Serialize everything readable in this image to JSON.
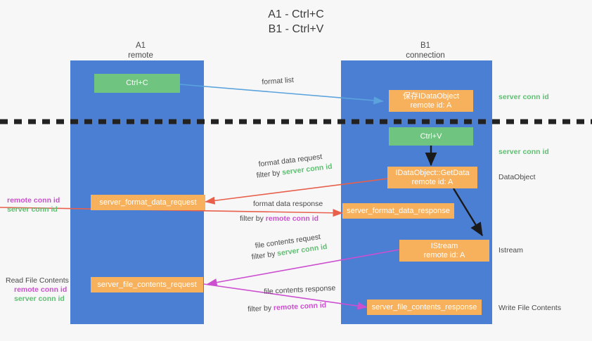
{
  "title": "A1 - Ctrl+C\nB1 - Ctrl+V",
  "colors": {
    "background": "#f7f7f7",
    "lane": "#4a7fd4",
    "green_box": "#6fc47f",
    "orange_box": "#f7b05b",
    "server_conn_id": "#5fbf72",
    "remote_conn_id": "#cc4fd0",
    "red_arrow": "#e8604c",
    "magenta_arrow": "#cc4fd0",
    "blue_arrow": "#5ba3dd",
    "black_arrow": "#000000",
    "divider": "#222222"
  },
  "lanes": [
    {
      "id": "a1",
      "title": "A1\nremote"
    },
    {
      "id": "b1",
      "title": "B1\nconnection"
    }
  ],
  "boxes": {
    "ctrl_c": "Ctrl+C",
    "ctrl_v": "Ctrl+V",
    "idataobject": "保存IDataObject\nremote id: A",
    "getdata": "IDataObject::GetData\nremote id: A",
    "istream": "IStream\nremote id: A",
    "server_format_data_request": "server_format_data_request",
    "server_format_data_response": "server_format_data_response",
    "server_file_contents_request": "server_file_contents_request",
    "server_file_contents_response": "server_file_contents_response"
  },
  "arrow_labels": {
    "format_list": "format list",
    "format_data_request": "format data request",
    "format_data_request_filter_prefix": "filter by ",
    "format_data_request_filter_value": "server conn id",
    "format_data_response": "format data response",
    "format_data_response_filter_prefix": "filter by ",
    "format_data_response_filter_value": "remote conn id",
    "file_contents_request": "file contents request",
    "file_contents_request_filter_prefix": "filter by ",
    "file_contents_request_filter_value": "server conn id",
    "file_contents_response": "file contents response",
    "file_contents_response_filter_prefix": "filter by ",
    "file_contents_response_filter_value": "remote conn id"
  },
  "right_annotations": [
    {
      "id": "server-conn-id-top",
      "text": "server conn id",
      "kind": "green"
    },
    {
      "id": "server-conn-id-second",
      "text": "server conn id",
      "kind": "green"
    },
    {
      "id": "dataobject",
      "text": "DataObject",
      "kind": "grey"
    },
    {
      "id": "istream",
      "text": "Istream",
      "kind": "grey"
    },
    {
      "id": "write-file-contents",
      "text": "Write File Contents",
      "kind": "grey"
    }
  ],
  "left_annotations": {
    "format_group": {
      "remote": "remote conn id",
      "server": "server conn id"
    },
    "file_group": {
      "heading": "Read File Contents",
      "remote": "remote conn id",
      "server": "server conn id"
    }
  }
}
